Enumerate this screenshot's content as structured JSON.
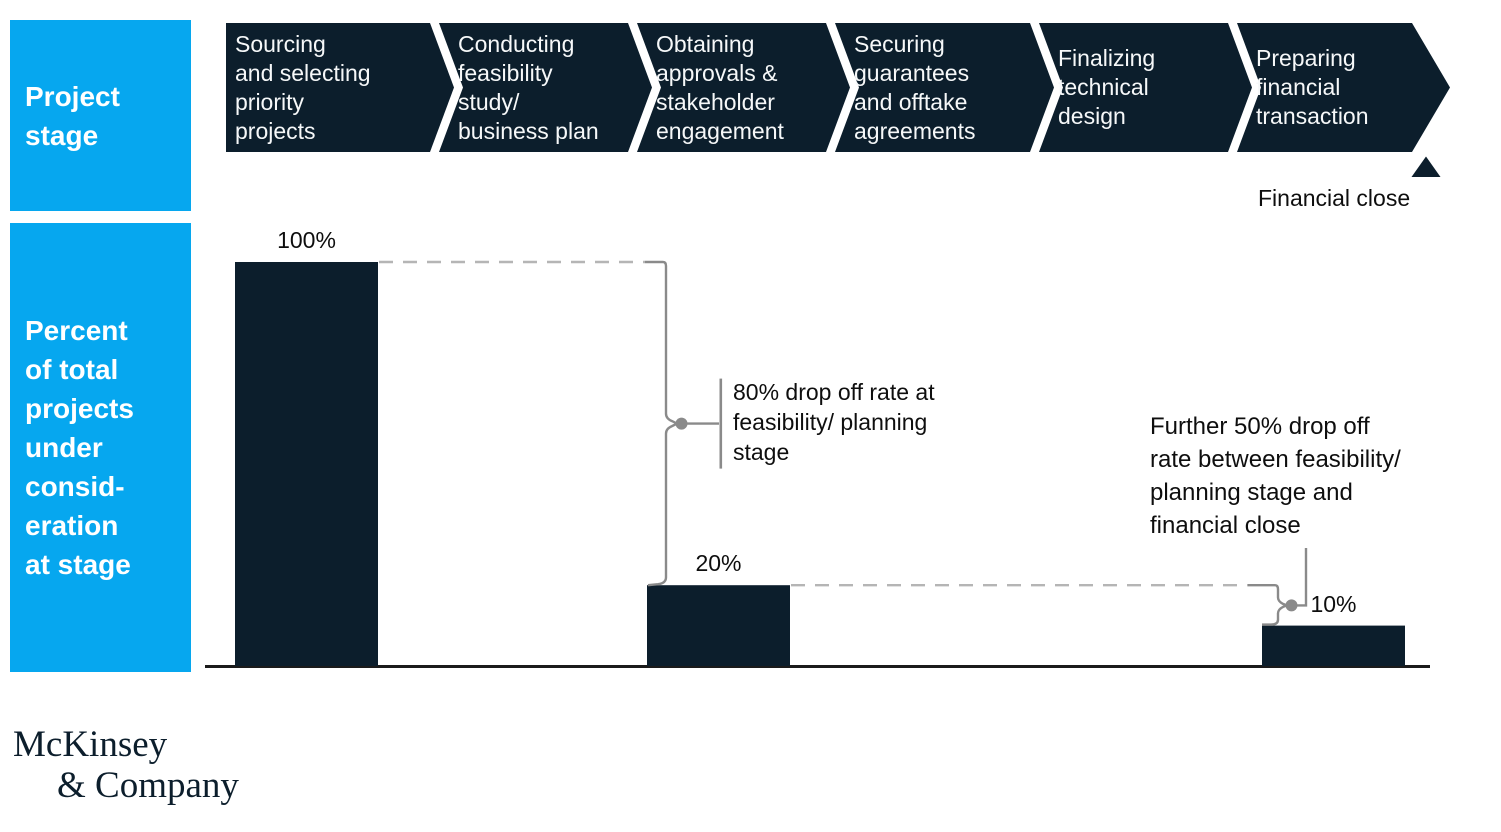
{
  "colors": {
    "navy": "#0c1e2c",
    "cyan": "#06a7ef",
    "bracket_gray": "#8a8a8a",
    "dashed_gray": "#b5b5b5",
    "axis_black": "#1b1b1b"
  },
  "left_panel": {
    "project_stage": "Project\nstage",
    "percent_axis": "Percent\nof total\nprojects\nunder\nconsid-\neration\nat stage"
  },
  "process": {
    "stages": [
      {
        "label": "Sourcing\nand selecting\npriority\nprojects"
      },
      {
        "label": "Conducting\nfeasibility\nstudy/\nbusiness plan"
      },
      {
        "label": "Obtaining\napprovals &\nstakeholder\nengagement"
      },
      {
        "label": "Securing\nguarantees\nand offtake\nagreements"
      },
      {
        "label": "Finalizing\ntechnical\ndesign"
      },
      {
        "label": "Preparing\nfinancial\ntransaction"
      }
    ],
    "end_marker": "Financial close"
  },
  "annotations": {
    "dropoff1": "80% drop off rate at\nfeasibility/ planning\nstage",
    "dropoff2": "Further 50% drop off\nrate between feasibility/\nplanning stage and\nfinancial close"
  },
  "chart_data": {
    "type": "bar",
    "title": "Percent of total projects under consideration at stage",
    "xlabel": "Project stage",
    "ylabel": "Percent of total projects under consideration at stage",
    "ylim": [
      0,
      100
    ],
    "grid": false,
    "categories": [
      "Sourcing and selecting priority projects",
      "Obtaining approvals & stakeholder engagement",
      "Preparing financial transaction"
    ],
    "values": [
      100,
      20,
      10
    ],
    "labels": [
      "100%",
      "20%",
      "10%"
    ],
    "stage_sequence": [
      "Sourcing and selecting priority projects",
      "Conducting feasibility study/ business plan",
      "Obtaining approvals & stakeholder engagement",
      "Securing guarantees and offtake agreements",
      "Finalizing technical design",
      "Preparing financial transaction"
    ],
    "end_marker": "Financial close",
    "annotations": [
      "80% drop off rate at feasibility/ planning stage",
      "Further 50% drop off rate between feasibility/ planning stage and financial close"
    ]
  },
  "logo": {
    "line1": "McKinsey",
    "line2": "& Company"
  }
}
